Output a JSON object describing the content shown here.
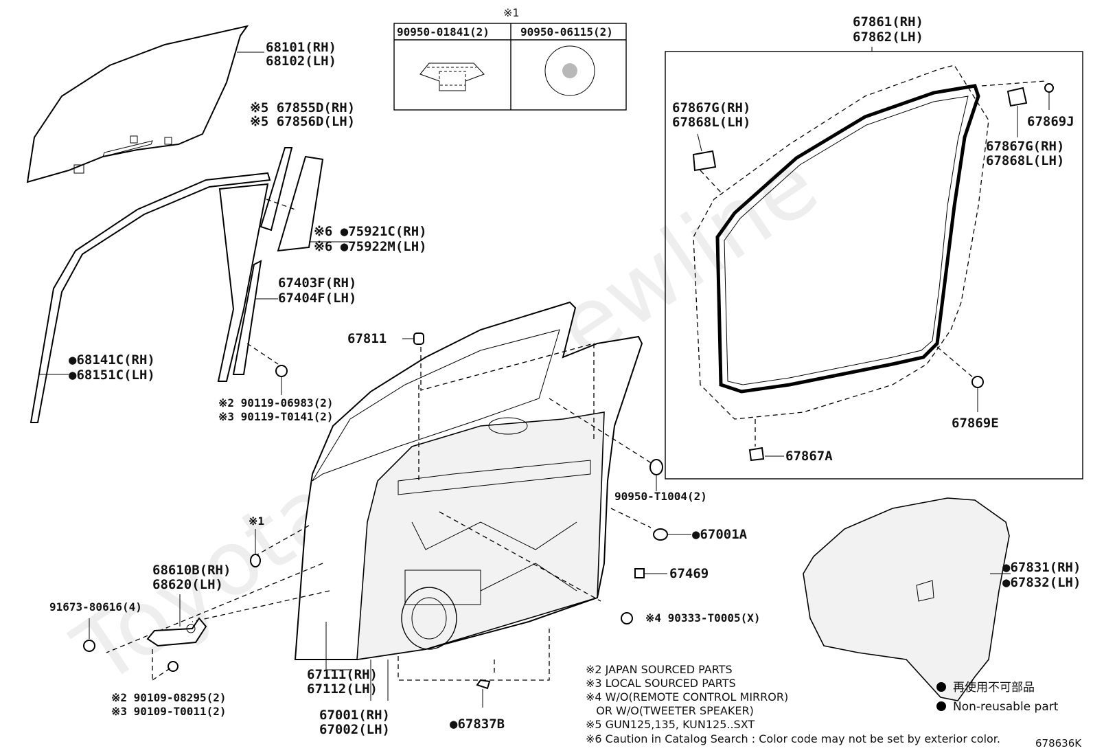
{
  "watermark": "ToyotaPartsNewline",
  "diagram_code": "678636K",
  "inset": {
    "marker": "※1",
    "col1": "90950-01841(2)",
    "col2": "90950-06115(2)"
  },
  "labels": {
    "l68101": "68101(RH)",
    "l68102": "68102(LH)",
    "l67855": "※5 67855D(RH)",
    "l67856": "※5 67856D(LH)",
    "l75921": "※6 ●75921C(RH)",
    "l75922": "※6 ●75922M(LH)",
    "l67403": "67403F(RH)",
    "l67404": "67404F(LH)",
    "l68141": "●68141C(RH)",
    "l68151": "●68151C(LH)",
    "l90119a": "※2 90119-06983(2)",
    "l90119b": "※3 90119-T0141(2)",
    "l67811": "67811",
    "l67861": "67861(RH)",
    "l67862": "67862(LH)",
    "l67867g1": "67867G(RH)",
    "l67868l1": "67868L(LH)",
    "l67869j": "67869J",
    "l67867g2": "67867G(RH)",
    "l67868l2": "67868L(LH)",
    "l67869e": "67869E",
    "l67867a": "67867A",
    "l90950t": "90950-T1004(2)",
    "l67001a": "●67001A",
    "l67469": "67469",
    "l90333": "※4 90333-T0005(X)",
    "l67831": "●67831(RH)",
    "l67832": "●67832(LH)",
    "l_x1": "※1",
    "l68610": "68610B(RH)",
    "l68620": "68620(LH)",
    "l91673": "91673-80616(4)",
    "l90109a": "※2 90109-08295(2)",
    "l90109b": "※3 90109-T0011(2)",
    "l67111": "67111(RH)",
    "l67112": "67112(LH)",
    "l67001": "67001(RH)",
    "l67002": "67002(LH)",
    "l67837b": "●67837B"
  },
  "notes": [
    "※2 JAPAN SOURCED PARTS",
    "※3 LOCAL SOURCED PARTS",
    "※4 W/O(REMOTE CONTROL MIRROR)",
    "   OR W/O(TWEETER SPEAKER)",
    "※5 GUN125,135, KUN125..SXT",
    "※6 Caution in Catalog Search : Color code may not be set by exterior color."
  ],
  "legend": {
    "jp": "再使用不可部品",
    "en": "Non-reusable part"
  }
}
